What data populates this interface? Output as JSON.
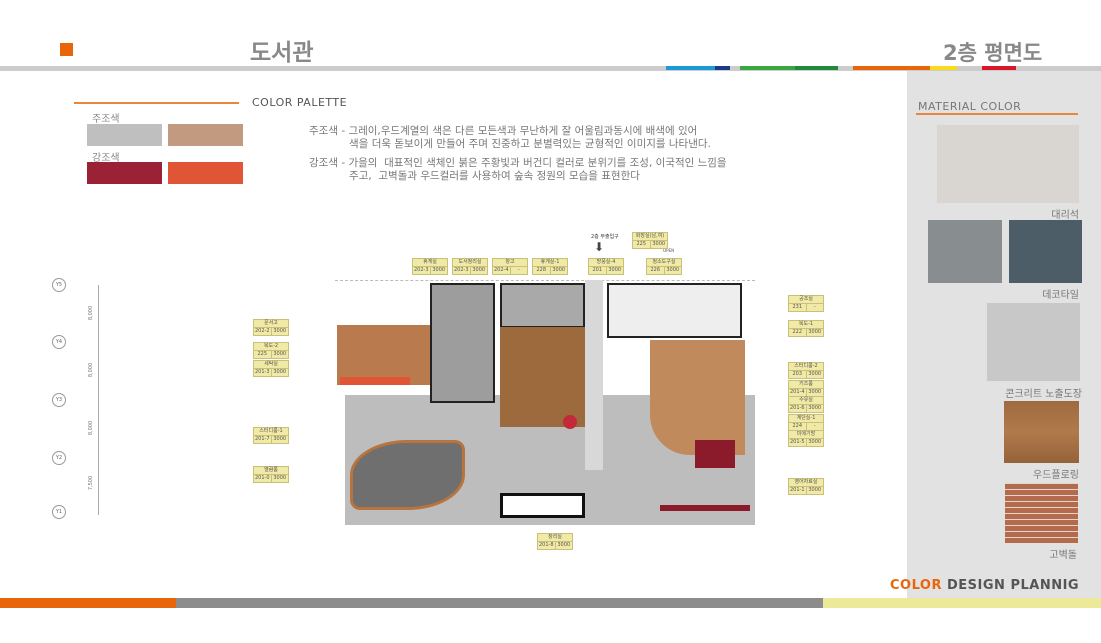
{
  "header": {
    "title": "도서관",
    "subtitle": "2층 평면도"
  },
  "colors": {
    "accent": "#e8650a",
    "bar_segments": [
      "#1a9ad6",
      "#1b3b8a",
      "#3aa63f",
      "#1f8a3c",
      "#e8650a",
      "#f8dc1b",
      "#d9162a"
    ]
  },
  "palette": {
    "title": "COLOR PALETTE",
    "main_label": "주조색",
    "main_colors": [
      "#bfbfbf",
      "#c19a80"
    ],
    "accent_label": "강조색",
    "accent_colors": [
      "#9b2236",
      "#e05536"
    ],
    "desc_main": "주조색 - 그레이,우드계열의 색은 다른 모든색과 무난하게 잘 어울림과동시에 배색에 있어\n            색을 더욱 돋보이게 만들어 주며 진중하고 분별력있는 균형적인 이미지를 나타낸다.",
    "desc_accent": "강조색 - 가을의  대표적인 색체인 붉은 주황빛과 버건디 컬러로 분위기를 조성, 이국적인 느낌을\n            주고,  고벽돌과 우드컬러를 사용하여 숲속 정원의 모습을 표현한다"
  },
  "material": {
    "title": "MATERIAL COLOR",
    "items": [
      "대리석",
      "데코타일",
      "콘크리트 노출도장",
      "우드플로링",
      "고벽돌"
    ]
  },
  "footer": {
    "accent": "COLOR",
    "rest": " DESIGN PLANNIG"
  },
  "plan": {
    "entrance": "2층 부출입구",
    "open": "OPEN",
    "tags": [
      {
        "name": "휴게실",
        "code": "202-3",
        "h": "3000"
      },
      {
        "name": "도서정리실",
        "code": "202-3",
        "h": "3000"
      },
      {
        "name": "창고",
        "code": "202-4",
        "h": "-"
      },
      {
        "name": "휴게실-1",
        "code": "228",
        "h": "3000"
      },
      {
        "name": "방풍실-4",
        "code": "201",
        "h": "3000"
      },
      {
        "name": "화장실(남,여)",
        "code": "225",
        "h": "3000"
      },
      {
        "name": "청소도구실",
        "code": "226",
        "h": "3000"
      },
      {
        "name": "문서고",
        "code": "202-2",
        "h": "3000"
      },
      {
        "name": "복도-2",
        "code": "225",
        "h": "3000"
      },
      {
        "name": "세탁실",
        "code": "201-3",
        "h": "3000"
      },
      {
        "name": "스터디룸-1",
        "code": "201-7",
        "h": "3000"
      },
      {
        "name": "열람룸",
        "code": "201-0",
        "h": "3000"
      },
      {
        "name": "공조실",
        "code": "231",
        "h": "-"
      },
      {
        "name": "복도-1",
        "code": "222",
        "h": "3000"
      },
      {
        "name": "스터디룸-2",
        "code": "203",
        "h": "3000"
      },
      {
        "name": "키즈룸",
        "code": "201-4",
        "h": "3000"
      },
      {
        "name": "수유실",
        "code": "201-6",
        "h": "3000"
      },
      {
        "name": "계단실-1",
        "code": "224",
        "h": "-"
      },
      {
        "name": "미에기방",
        "code": "201-5",
        "h": "3000"
      },
      {
        "name": "영어자료실",
        "code": "201-1",
        "h": "3000"
      },
      {
        "name": "창리실",
        "code": "201-8",
        "h": "3000"
      }
    ],
    "axes": [
      "Y5",
      "Y4",
      "Y3",
      "Y2",
      "Y1"
    ],
    "dims": [
      "8,000",
      "8,000",
      "8,000",
      "7,500"
    ]
  }
}
